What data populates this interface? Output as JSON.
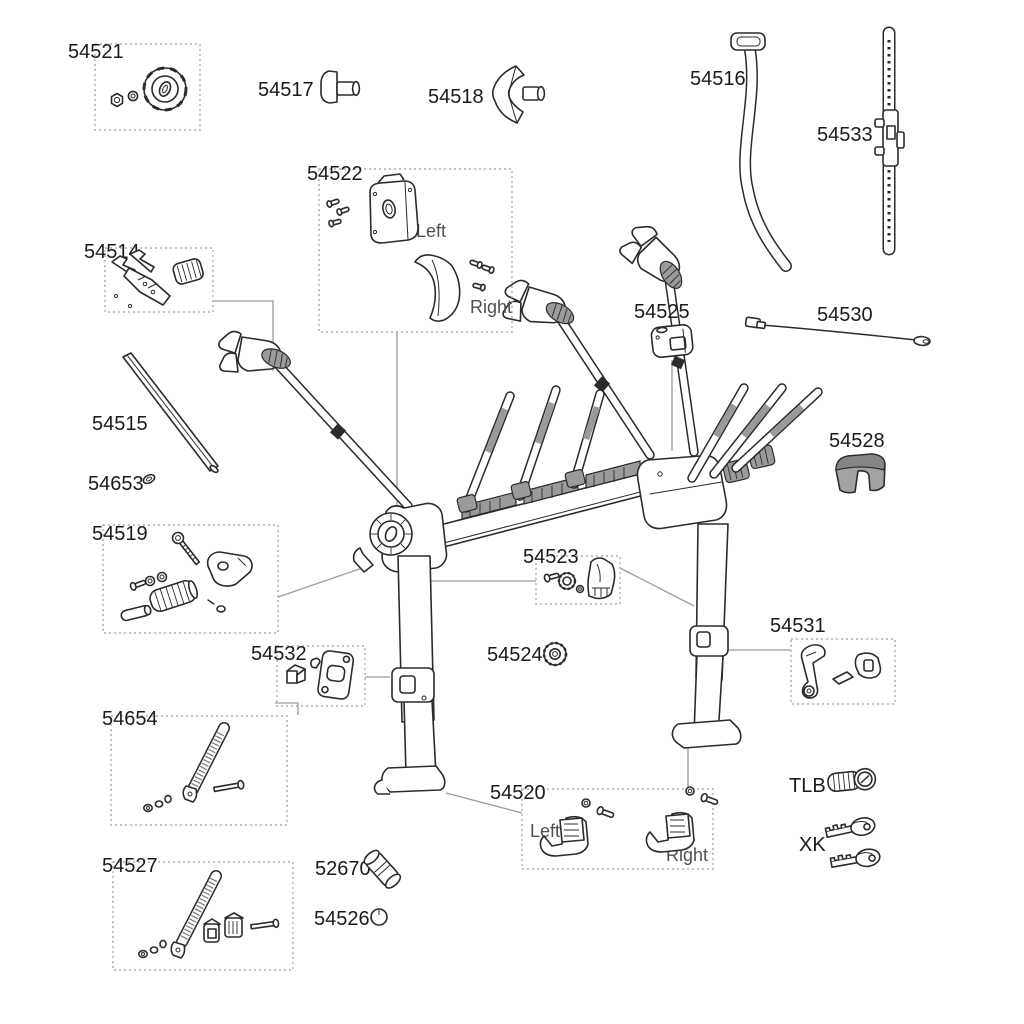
{
  "diagram": {
    "type": "exploded-parts-diagram",
    "background": "#ffffff",
    "colors": {
      "line": "#2b2b2b",
      "pad_gray": "#9a9a9a",
      "leader": "#9c9c9c",
      "box_border": "#aeaeae",
      "label_text": "#1b1b1b",
      "sublabel_text": "#4f4f4f"
    },
    "labels": {
      "54521": "54521",
      "54517": "54517",
      "54518": "54518",
      "54516": "54516",
      "54533": "54533",
      "54522": "54522",
      "54514": "54514",
      "54525": "54525",
      "54530": "54530",
      "54515": "54515",
      "54653": "54653",
      "54519": "54519",
      "54523": "54523",
      "54524": "54524",
      "54528": "54528",
      "54531": "54531",
      "54532": "54532",
      "54654": "54654",
      "54520": "54520",
      "54527": "54527",
      "52670": "52670",
      "54526": "54526",
      "tlb": "TLB",
      "xk": "XK"
    },
    "sublabels": {
      "box54522_left": "Left",
      "box54522_right": "Right",
      "box54520_left": "Left",
      "box54520_right": "Right"
    }
  }
}
